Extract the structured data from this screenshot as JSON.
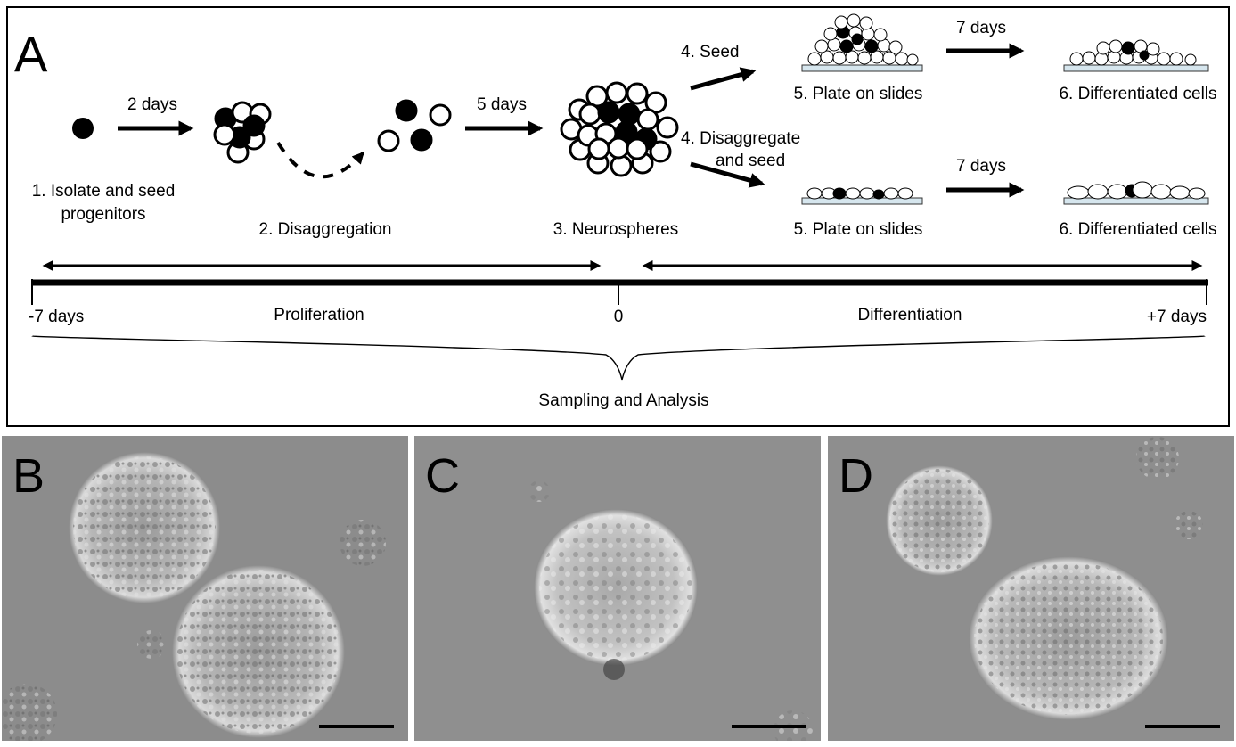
{
  "panel_a": {
    "letter": "A",
    "steps": {
      "s1_line1": "1. Isolate and seed",
      "s1_line2": "progenitors",
      "s2": "2. Disaggregation",
      "s3": "3. Neurospheres",
      "s4a": "4. Seed",
      "s4b_line1": "4. Disaggregate",
      "s4b_line2": "and seed",
      "s5a": "5. Plate on slides",
      "s5b": "5. Plate on slides",
      "s6a": "6. Differentiated cells",
      "s6b": "6. Differentiated cells"
    },
    "durations": {
      "d2": "2 days",
      "d5": "5 days",
      "d7a": "7 days",
      "d7b": "7 days"
    },
    "timeline": {
      "start": "-7 days",
      "zero": "0",
      "end": "+7 days",
      "phase1": "Proliferation",
      "phase2": "Differentiation",
      "sampling": "Sampling and Analysis"
    }
  },
  "photos": [
    {
      "letter": "B"
    },
    {
      "letter": "C"
    },
    {
      "letter": "D"
    }
  ],
  "colors": {
    "frame": "#000000",
    "slide": "#d6e6ee",
    "photo_bg": "#8c8c8c"
  }
}
